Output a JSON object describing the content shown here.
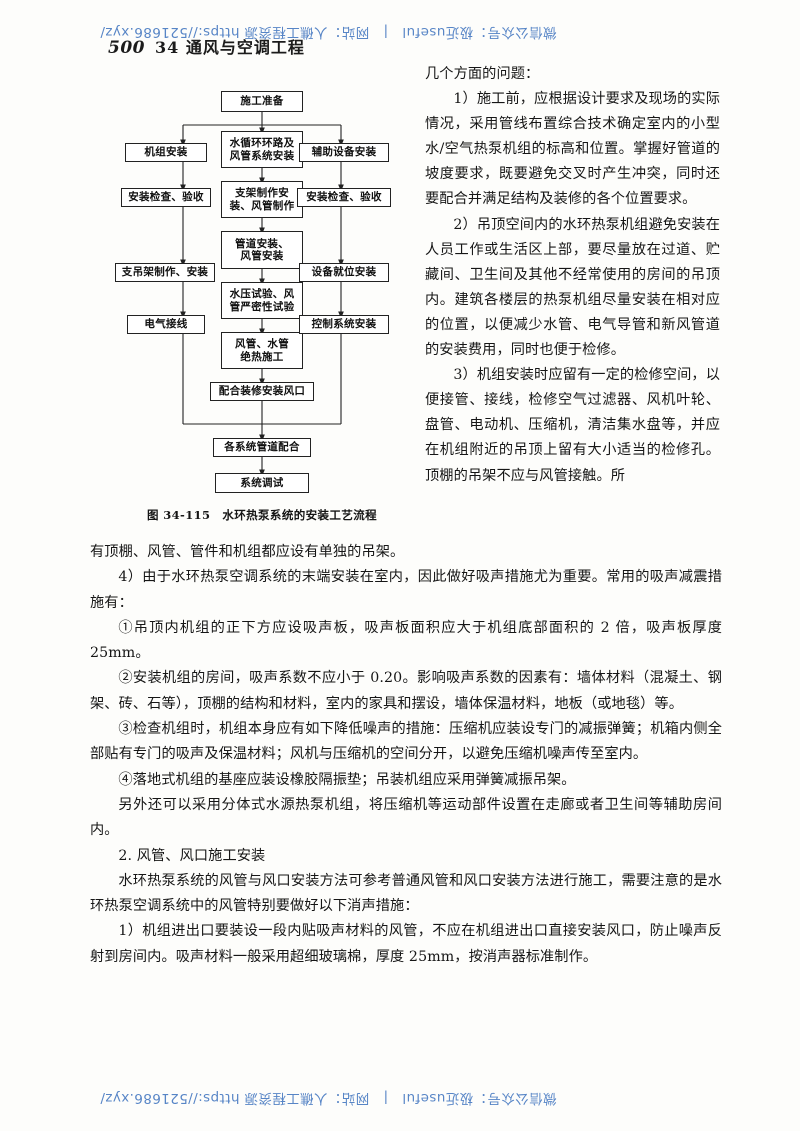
{
  "watermark": {
    "text": "微信公众号：极近useful　|　网站：人礁工程资源 https://521686.xyz/"
  },
  "running_head": {
    "page_number": "500",
    "chapter": "34 通风与空调工程"
  },
  "figure": {
    "caption": "图 34-115　水环热泵系统的安装工艺流程",
    "nodes": {
      "start": "施工准备",
      "left_1": "机组安装",
      "left_2": "安装检查、验收",
      "left_3": "支吊架制作、安装",
      "left_4": "电气接线",
      "mid_1": "水循环环路及\n风管系统安装",
      "mid_1a": "水循环环路及",
      "mid_1b": "风管系统安装",
      "mid_2a": "支架制作安",
      "mid_2b": "装、风管制作",
      "mid_3a": "管道安装、",
      "mid_3b": "风管安装",
      "mid_4a": "水压试验、风",
      "mid_4b": "管严密性试验",
      "mid_5a": "风管、水管",
      "mid_5b": "绝热施工",
      "mid_6": "配合装修安装风口",
      "right_1": "辅助设备安装",
      "right_2": "安装检查、验收",
      "right_3": "设备就位安装",
      "right_4": "控制系统安装",
      "merge": "各系统管道配合",
      "end": "系统调试"
    }
  },
  "right_column": {
    "p0": "几个方面的问题：",
    "p1": "1）施工前，应根据设计要求及现场的实际情况，采用管线布置综合技术确定室内的小型水/空气热泵机组的标高和位置。掌握好管道的坡度要求，既要避免交叉时产生冲突，同时还要配合并满足结构及装修的各个位置要求。",
    "p2": "2）吊顶空间内的水环热泵机组避免安装在人员工作或生活区上部，要尽量放在过道、贮藏间、卫生间及其他不经常使用的房间的吊顶内。建筑各楼层的热泵机组尽量安装在相对应的位置，以便减少水管、电气导管和新风管道的安装费用，同时也便于检修。",
    "p3": "3）机组安装时应留有一定的检修空间，以便接管、接线，检修空气过滤器、风机叶轮、盘管、电动机、压缩机，清洁集水盘等，并应在机组附近的吊顶上留有大小适当的检修孔。顶棚的吊架不应与风管接触。所"
  },
  "full_width": {
    "p3_cont": "有顶棚、风管、管件和机组都应设有单独的吊架。",
    "p4": "4）由于水环热泵空调系统的末端安装在室内，因此做好吸声措施尤为重要。常用的吸声减震措施有：",
    "p5": "①吊顶内机组的正下方应设吸声板，吸声板面积应大于机组底部面积的 2 倍，吸声板厚度 25mm。",
    "p6": "②安装机组的房间，吸声系数不应小于 0.20。影响吸声系数的因素有：墙体材料（混凝土、钢架、砖、石等），顶棚的结构和材料，室内的家具和摆设，墙体保温材料，地板（或地毯）等。",
    "p7": "③检查机组时，机组本身应有如下降低噪声的措施：压缩机应装设专门的减振弹簧；机箱内侧全部贴有专门的吸声及保温材料；风机与压缩机的空间分开，以避免压缩机噪声传至室内。",
    "p8": "④落地式机组的基座应装设橡胶隔振垫；吊装机组应采用弹簧减振吊架。",
    "p9": "另外还可以采用分体式水源热泵机组，将压缩机等运动部件设置在走廊或者卫生间等辅助房间内。",
    "p10": "2. 风管、风口施工安装",
    "p11": "水环热泵系统的风管与风口安装方法可参考普通风管和风口安装方法进行施工，需要注意的是水环热泵空调系统中的风管特别要做好以下消声措施：",
    "p12": "1）机组进出口要装设一段内贴吸声材料的风管，不应在机组进出口直接安装风口，防止噪声反射到房间内。吸声材料一般采用超细玻璃棉，厚度 25mm，按消声器标准制作。"
  }
}
